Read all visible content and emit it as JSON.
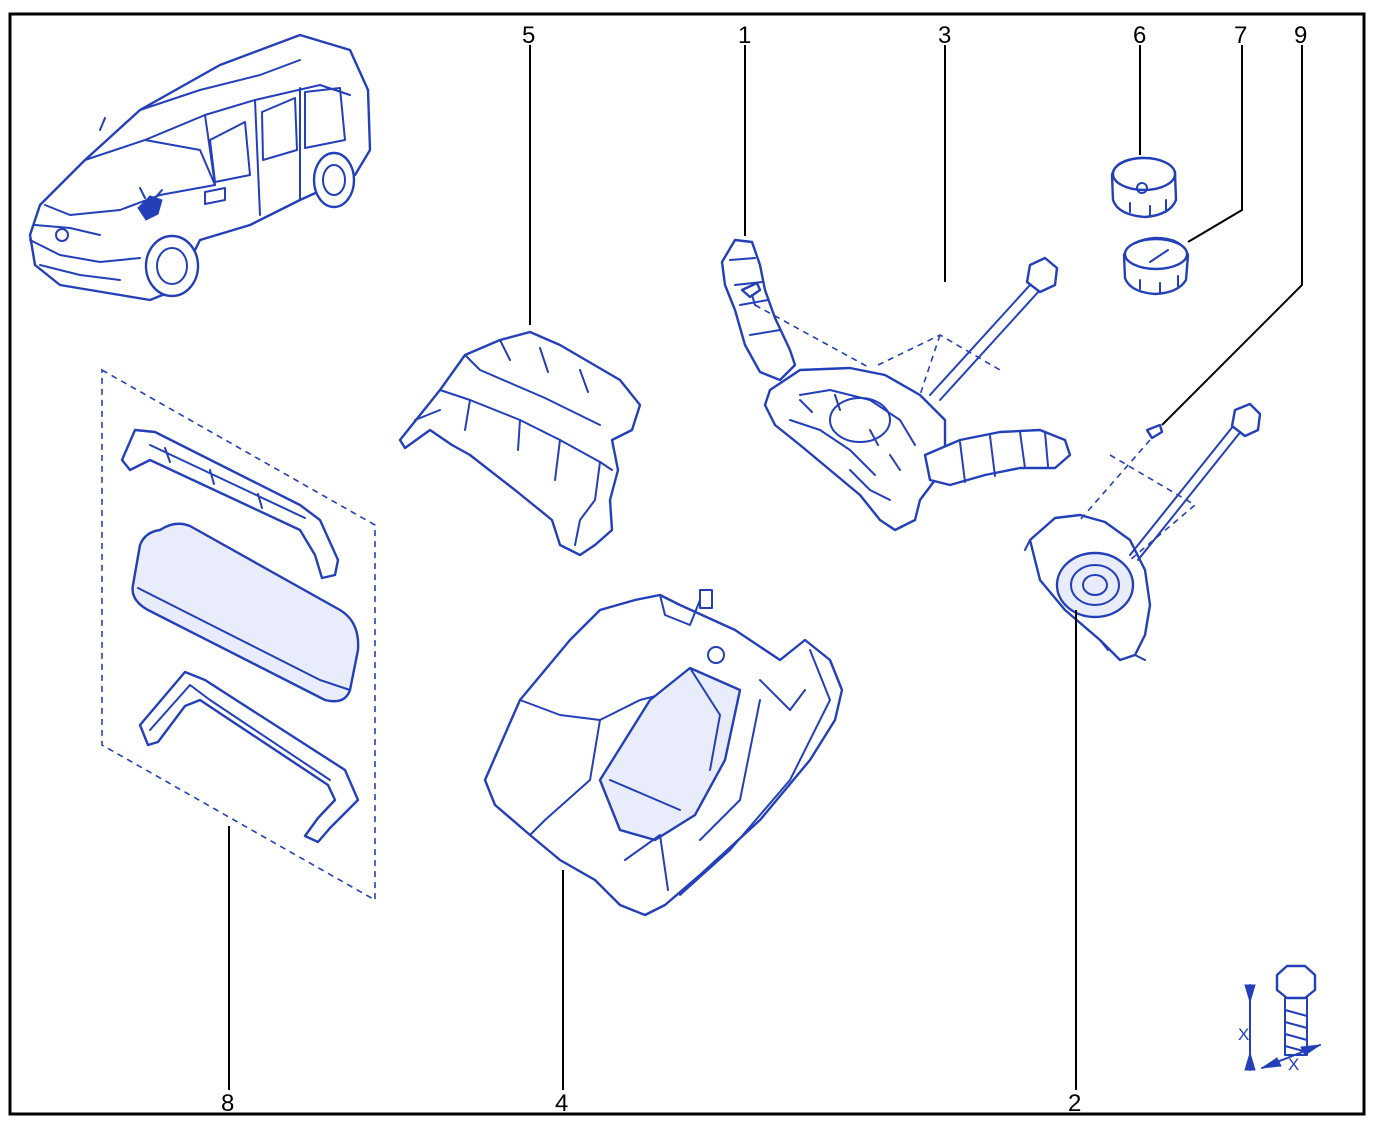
{
  "diagram": {
    "callouts": [
      {
        "id": "1",
        "label": "1"
      },
      {
        "id": "2",
        "label": "2"
      },
      {
        "id": "3",
        "label": "3"
      },
      {
        "id": "4",
        "label": "4"
      },
      {
        "id": "5",
        "label": "5"
      },
      {
        "id": "6",
        "label": "6"
      },
      {
        "id": "7",
        "label": "7"
      },
      {
        "id": "8",
        "label": "8"
      },
      {
        "id": "9",
        "label": "9"
      }
    ],
    "torque_symbol": {
      "label_a": "X",
      "label_b": "X"
    },
    "colors": {
      "line_art": "#2340b8",
      "frame": "#000000",
      "background": "#ffffff"
    }
  }
}
